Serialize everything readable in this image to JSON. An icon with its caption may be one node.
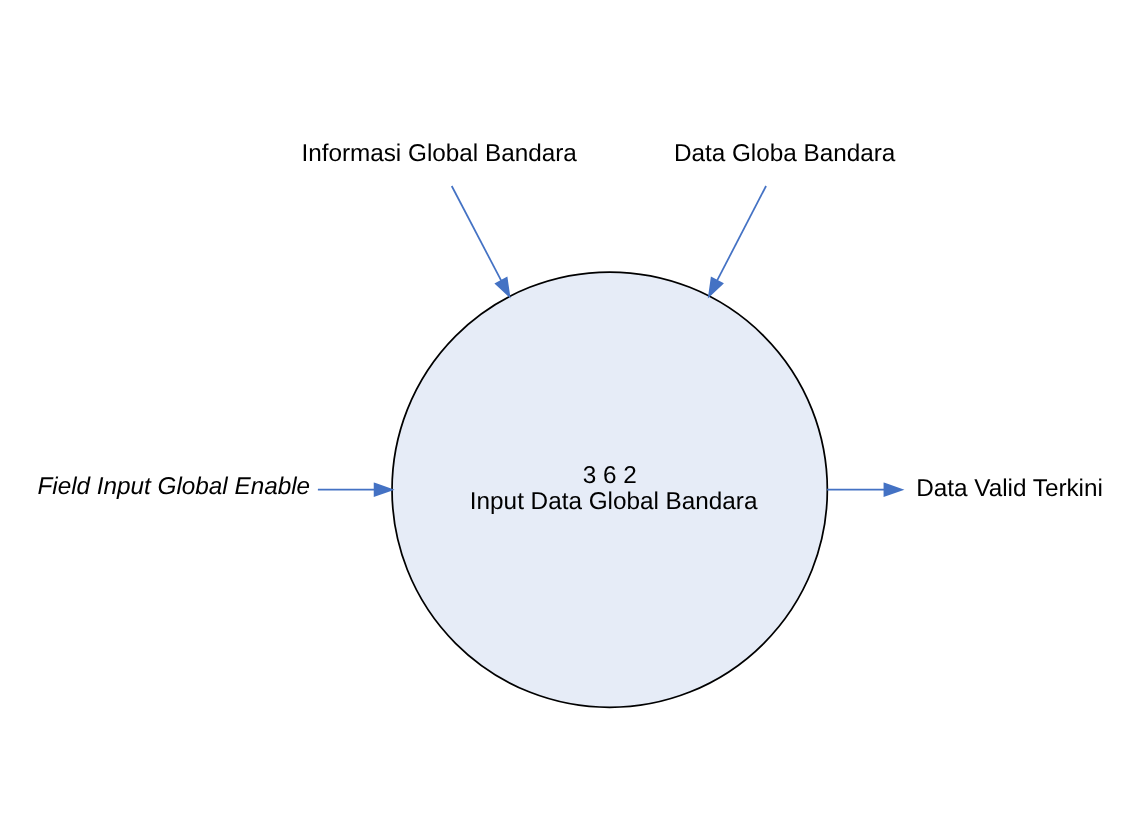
{
  "diagram": {
    "nodes": [
      {
        "text": [
          "Informasi Global Bandara"
        ]
      },
      {
        "text": [
          "Data Globa Bandara"
        ]
      },
      {
        "text": [
          "Field Input Global Enable"
        ]
      },
      {
        "text": [
          "3 6 2",
          "Input Data Global Bandara"
        ]
      },
      {
        "text": [
          "Data Valid Terkini"
        ]
      }
    ],
    "edges": [
      {
        "from": 0,
        "to": 3,
        "arrow": "to"
      },
      {
        "from": 1,
        "to": 3,
        "arrow": "to"
      },
      {
        "from": 2,
        "to": 3,
        "arrow": "to"
      },
      {
        "from": 3,
        "to": 4,
        "arrow": "to"
      }
    ]
  }
}
